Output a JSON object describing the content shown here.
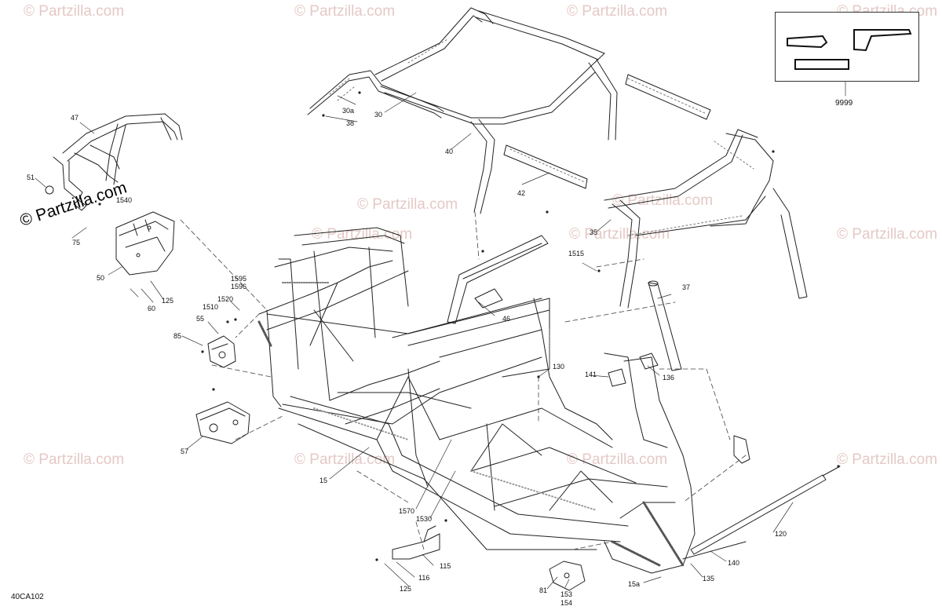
{
  "diagram": {
    "code": "40CA102",
    "watermark": "© Partzilla.com",
    "watermark_faint": "© Partzilla.com",
    "inset_label": "9999",
    "callouts": [
      {
        "id": "47",
        "text": "47"
      },
      {
        "id": "51",
        "text": "51"
      },
      {
        "id": "1540",
        "text": "1540"
      },
      {
        "id": "75",
        "text": "75"
      },
      {
        "id": "50",
        "text": "50"
      },
      {
        "id": "125a",
        "text": "125"
      },
      {
        "id": "60",
        "text": "60"
      },
      {
        "id": "1595",
        "text": "1595"
      },
      {
        "id": "1596",
        "text": "1596"
      },
      {
        "id": "1520",
        "text": "1520"
      },
      {
        "id": "1510",
        "text": "1510"
      },
      {
        "id": "55",
        "text": "55"
      },
      {
        "id": "85",
        "text": "85"
      },
      {
        "id": "57",
        "text": "57"
      },
      {
        "id": "15",
        "text": "15"
      },
      {
        "id": "30a",
        "text": "30a"
      },
      {
        "id": "30",
        "text": "30"
      },
      {
        "id": "38",
        "text": "38"
      },
      {
        "id": "40",
        "text": "40"
      },
      {
        "id": "42",
        "text": "42"
      },
      {
        "id": "35",
        "text": "35"
      },
      {
        "id": "1515",
        "text": "1515"
      },
      {
        "id": "37",
        "text": "37"
      },
      {
        "id": "46",
        "text": "46"
      },
      {
        "id": "130",
        "text": "130"
      },
      {
        "id": "141",
        "text": "141"
      },
      {
        "id": "136",
        "text": "136"
      },
      {
        "id": "1570",
        "text": "1570"
      },
      {
        "id": "1530",
        "text": "1530"
      },
      {
        "id": "115",
        "text": "115"
      },
      {
        "id": "116",
        "text": "116"
      },
      {
        "id": "125b",
        "text": "125"
      },
      {
        "id": "81",
        "text": "81"
      },
      {
        "id": "153",
        "text": "153"
      },
      {
        "id": "154",
        "text": "154"
      },
      {
        "id": "15a",
        "text": "15a"
      },
      {
        "id": "120",
        "text": "120"
      },
      {
        "id": "140",
        "text": "140"
      },
      {
        "id": "135",
        "text": "135"
      },
      {
        "id": "9999",
        "text": "9999"
      }
    ]
  }
}
